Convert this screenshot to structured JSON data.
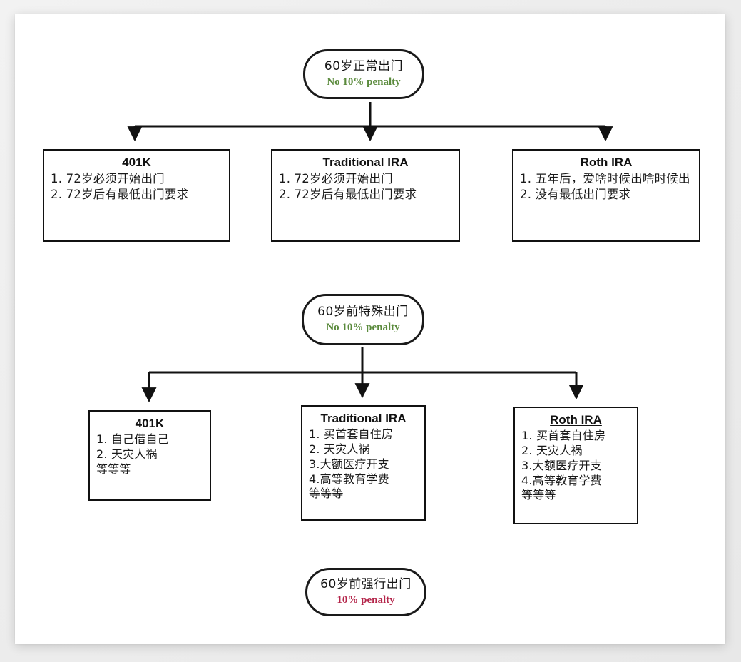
{
  "document": {
    "type": "retirement-account-withdrawal-flowchart",
    "background_color": "#ededed",
    "card_color": "#ffffff",
    "accent_colors": {
      "no_penalty_green": "#5a8a3c",
      "penalty_red": "#b4254a",
      "line_black": "#111111"
    }
  },
  "groups": [
    {
      "id": "normal-withdrawal",
      "root": {
        "cn": "60岁正常出门",
        "en": "No 10% penalty",
        "en_color": "green"
      },
      "children": [
        {
          "id": "401k-normal",
          "title": "401K",
          "lines": [
            "1. 72岁必须开始出门",
            "2. 72岁后有最低出门要求"
          ]
        },
        {
          "id": "traditional-ira-normal",
          "title": "Traditional IRA",
          "lines": [
            "1. 72岁必须开始出门",
            "2. 72岁后有最低出门要求"
          ]
        },
        {
          "id": "roth-ira-normal",
          "title": "Roth IRA",
          "lines": [
            "1. 五年后，爱啥时候出啥时候出",
            "2. 没有最低出门要求"
          ]
        }
      ]
    },
    {
      "id": "special-early-withdrawal",
      "root": {
        "cn": "60岁前特殊出门",
        "en": "No 10% penalty",
        "en_color": "green"
      },
      "children": [
        {
          "id": "401k-early",
          "title": "401K",
          "lines": [
            "1. 自己借自己",
            "2. 天灾人祸",
            "等等等"
          ]
        },
        {
          "id": "traditional-ira-early",
          "title": "Traditional IRA",
          "lines": [
            "1. 买首套自住房",
            "2. 天灾人祸",
            "3.大额医疗开支",
            "4.高等教育学费",
            "等等等"
          ]
        },
        {
          "id": "roth-ira-early",
          "title": "Roth IRA",
          "lines": [
            "1. 买首套自住房",
            "2. 天灾人祸",
            "3.大额医疗开支",
            "4.高等教育学费",
            "等等等"
          ]
        }
      ]
    },
    {
      "id": "forced-early-withdrawal",
      "root": {
        "cn": "60岁前强行出门",
        "en": "10% penalty",
        "en_color": "red"
      },
      "children": []
    }
  ]
}
